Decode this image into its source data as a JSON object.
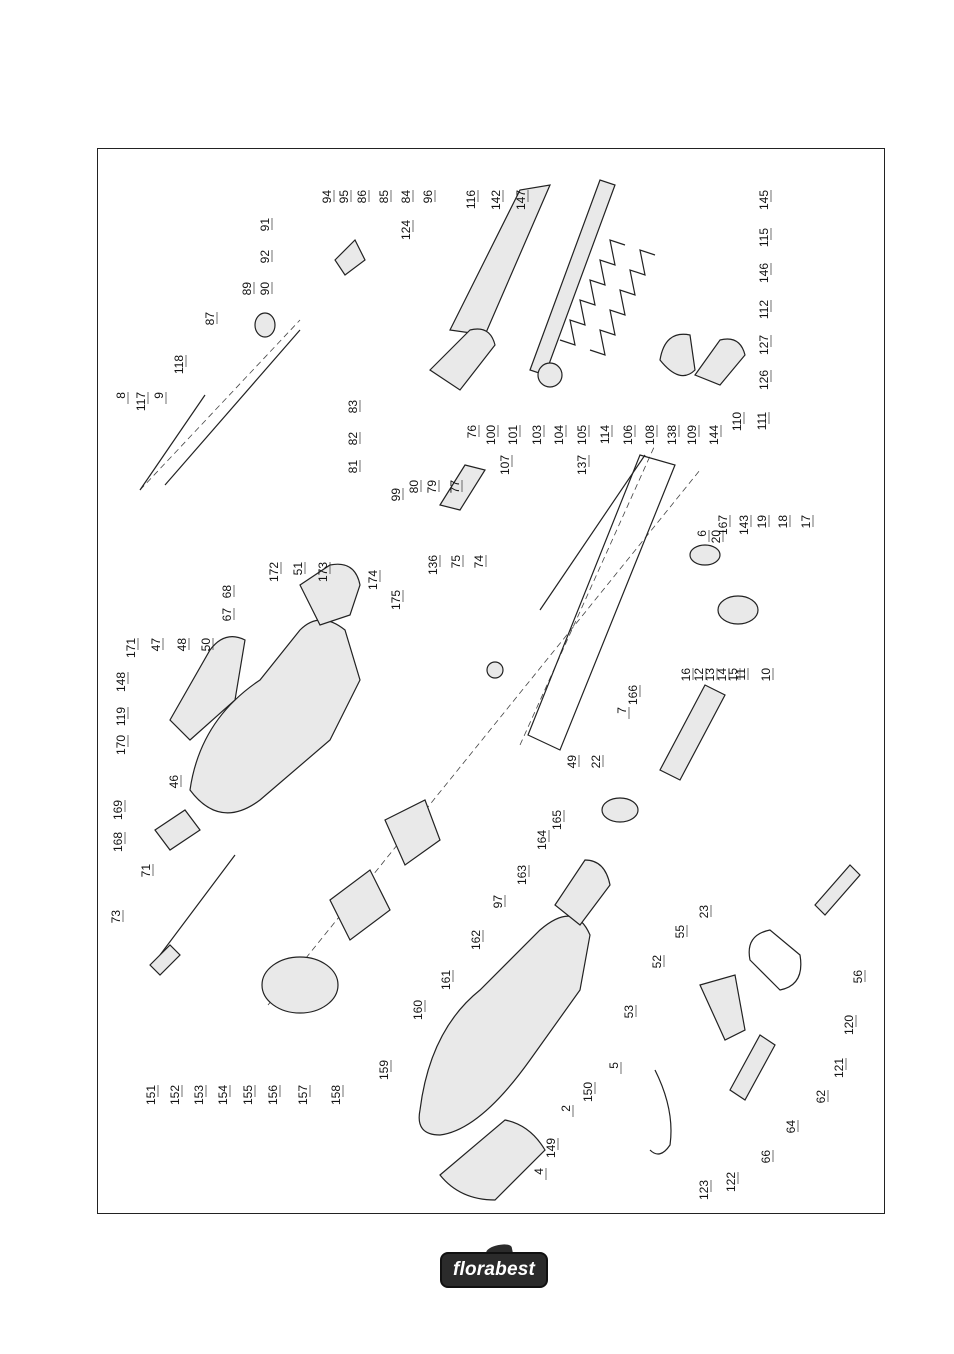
{
  "diagram": {
    "part_numbers": [
      "2",
      "4",
      "5",
      "6",
      "7",
      "8",
      "9",
      "10",
      "11",
      "12",
      "13",
      "14",
      "15",
      "16",
      "17",
      "18",
      "19",
      "20",
      "22",
      "23",
      "46",
      "47",
      "48",
      "49",
      "50",
      "51",
      "52",
      "53",
      "55",
      "56",
      "62",
      "64",
      "66",
      "67",
      "68",
      "71",
      "73",
      "74",
      "75",
      "76",
      "77",
      "79",
      "80",
      "81",
      "82",
      "83",
      "84",
      "85",
      "86",
      "87",
      "89",
      "90",
      "91",
      "92",
      "94",
      "95",
      "96",
      "97",
      "99",
      "100",
      "101",
      "103",
      "104",
      "105",
      "106",
      "107",
      "108",
      "109",
      "110",
      "111",
      "112",
      "114",
      "115",
      "116",
      "117",
      "118",
      "119",
      "120",
      "121",
      "122",
      "123",
      "124",
      "126",
      "127",
      "136",
      "137",
      "138",
      "142",
      "143",
      "144",
      "145",
      "146",
      "147",
      "148",
      "149",
      "150",
      "151",
      "152",
      "153",
      "154",
      "155",
      "156",
      "157",
      "158",
      "159",
      "160",
      "161",
      "162",
      "163",
      "164",
      "165",
      "166",
      "167",
      "168",
      "169",
      "170",
      "171",
      "172",
      "173",
      "174",
      "175"
    ]
  },
  "brand": {
    "logo_text": "florabest"
  }
}
